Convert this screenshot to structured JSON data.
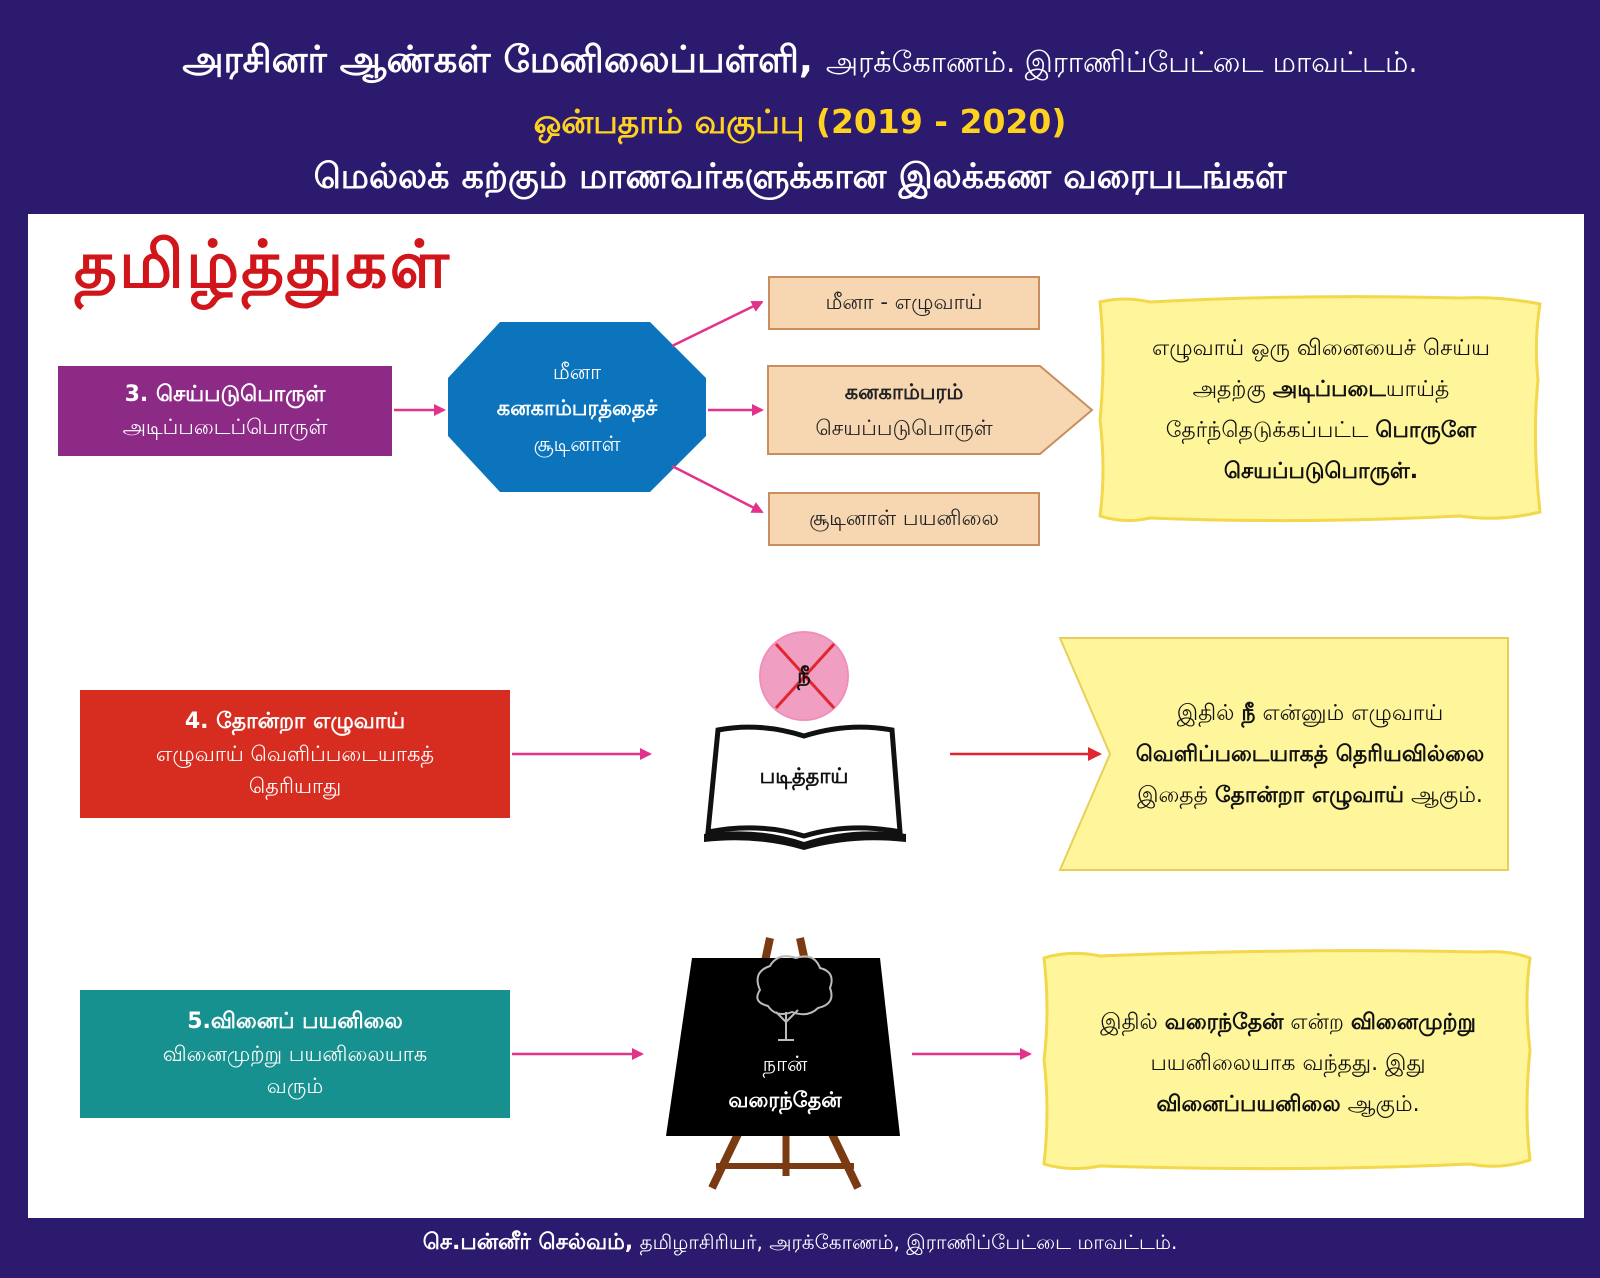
{
  "header": {
    "line1_main": "அரசினர் ஆண்கள் மேனிலைப்பள்ளி,",
    "line1_place": "அரக்கோணம். இராணிப்பேட்டை மாவட்டம்.",
    "line2": "ஒன்பதாம் வகுப்பு (2019 - 2020)",
    "line3": "மெல்லக் கற்கும் மாணவர்களுக்கான இலக்கண வரைபடங்கள்"
  },
  "page_title": "தமிழ்த்துகள்",
  "section3": {
    "label_title": "3. செய்படுபொருள்",
    "label_sub": "அடிப்படைப்பொருள்",
    "center_line1": "மீனா",
    "center_line2": "கனகாம்பரத்தைச்",
    "center_line3": "சூடினாள்",
    "out_top": "மீனா - எழுவாய்",
    "out_mid_bold": "கனகாம்பரம்",
    "out_mid": "செயப்படுபொருள்",
    "out_bottom": "சூடினாள் பயனிலை",
    "note": {
      "p1": "எழுவாய் ஒரு வினையைச் செய்ய அதற்கு ",
      "b1": "அடிப்படை",
      "p2": "யாய்த் தேர்ந்தெடுக்கப்பட்ட ",
      "b2": "பொருளே செயப்படுபொருள்."
    }
  },
  "section4": {
    "label_title": "4. தோன்றா எழுவாய்",
    "label_sub1": "எழுவாய் வெளிப்படையாகத்",
    "label_sub2": "தெரியாது",
    "crossed_word": "நீ",
    "book_word": "படித்தாய்",
    "note": {
      "p1": "இதில் ",
      "b1": "நீ",
      "p2": " என்னும் எழுவாய் ",
      "b2": "வெளிப்படையாகத் தெரியவில்லை",
      "p3": " இதைத் ",
      "b3": "தோன்றா எழுவாய்",
      "p4": " ஆகும்."
    }
  },
  "section5": {
    "label_title": "5.வினைப் பயனிலை",
    "label_sub1": "வினைமுற்று பயனிலையாக",
    "label_sub2": "வரும்",
    "board_line1": "நான்",
    "board_line2": "வரைந்தேன்",
    "note": {
      "p1": "இதில் ",
      "b1": "வரைந்தேன்",
      "p2": " என்ற ",
      "b2": "வினைமுற்று",
      "p3": " பயனிலையாக வந்தது. இது ",
      "b3": "வினைப்பயனிலை",
      "p4": " ஆகும்."
    }
  },
  "footer": {
    "author": "செ.பன்னீர் செல்வம்,",
    "details": "தமிழாசிரியர், அரக்கோணம், இராணிப்பேட்டை மாவட்டம்."
  },
  "colors": {
    "header_bg": "#2b1a6e",
    "purple_box": "#8c2a86",
    "blue_octagon": "#0b74bd",
    "red_box": "#d62d20",
    "teal_box": "#17918f",
    "note_fill": "#fff59a",
    "tan_box": "#f6d7b2",
    "arrow": "#e2338b",
    "title_red": "#d0161b",
    "header_yellow": "#ffd21f"
  }
}
